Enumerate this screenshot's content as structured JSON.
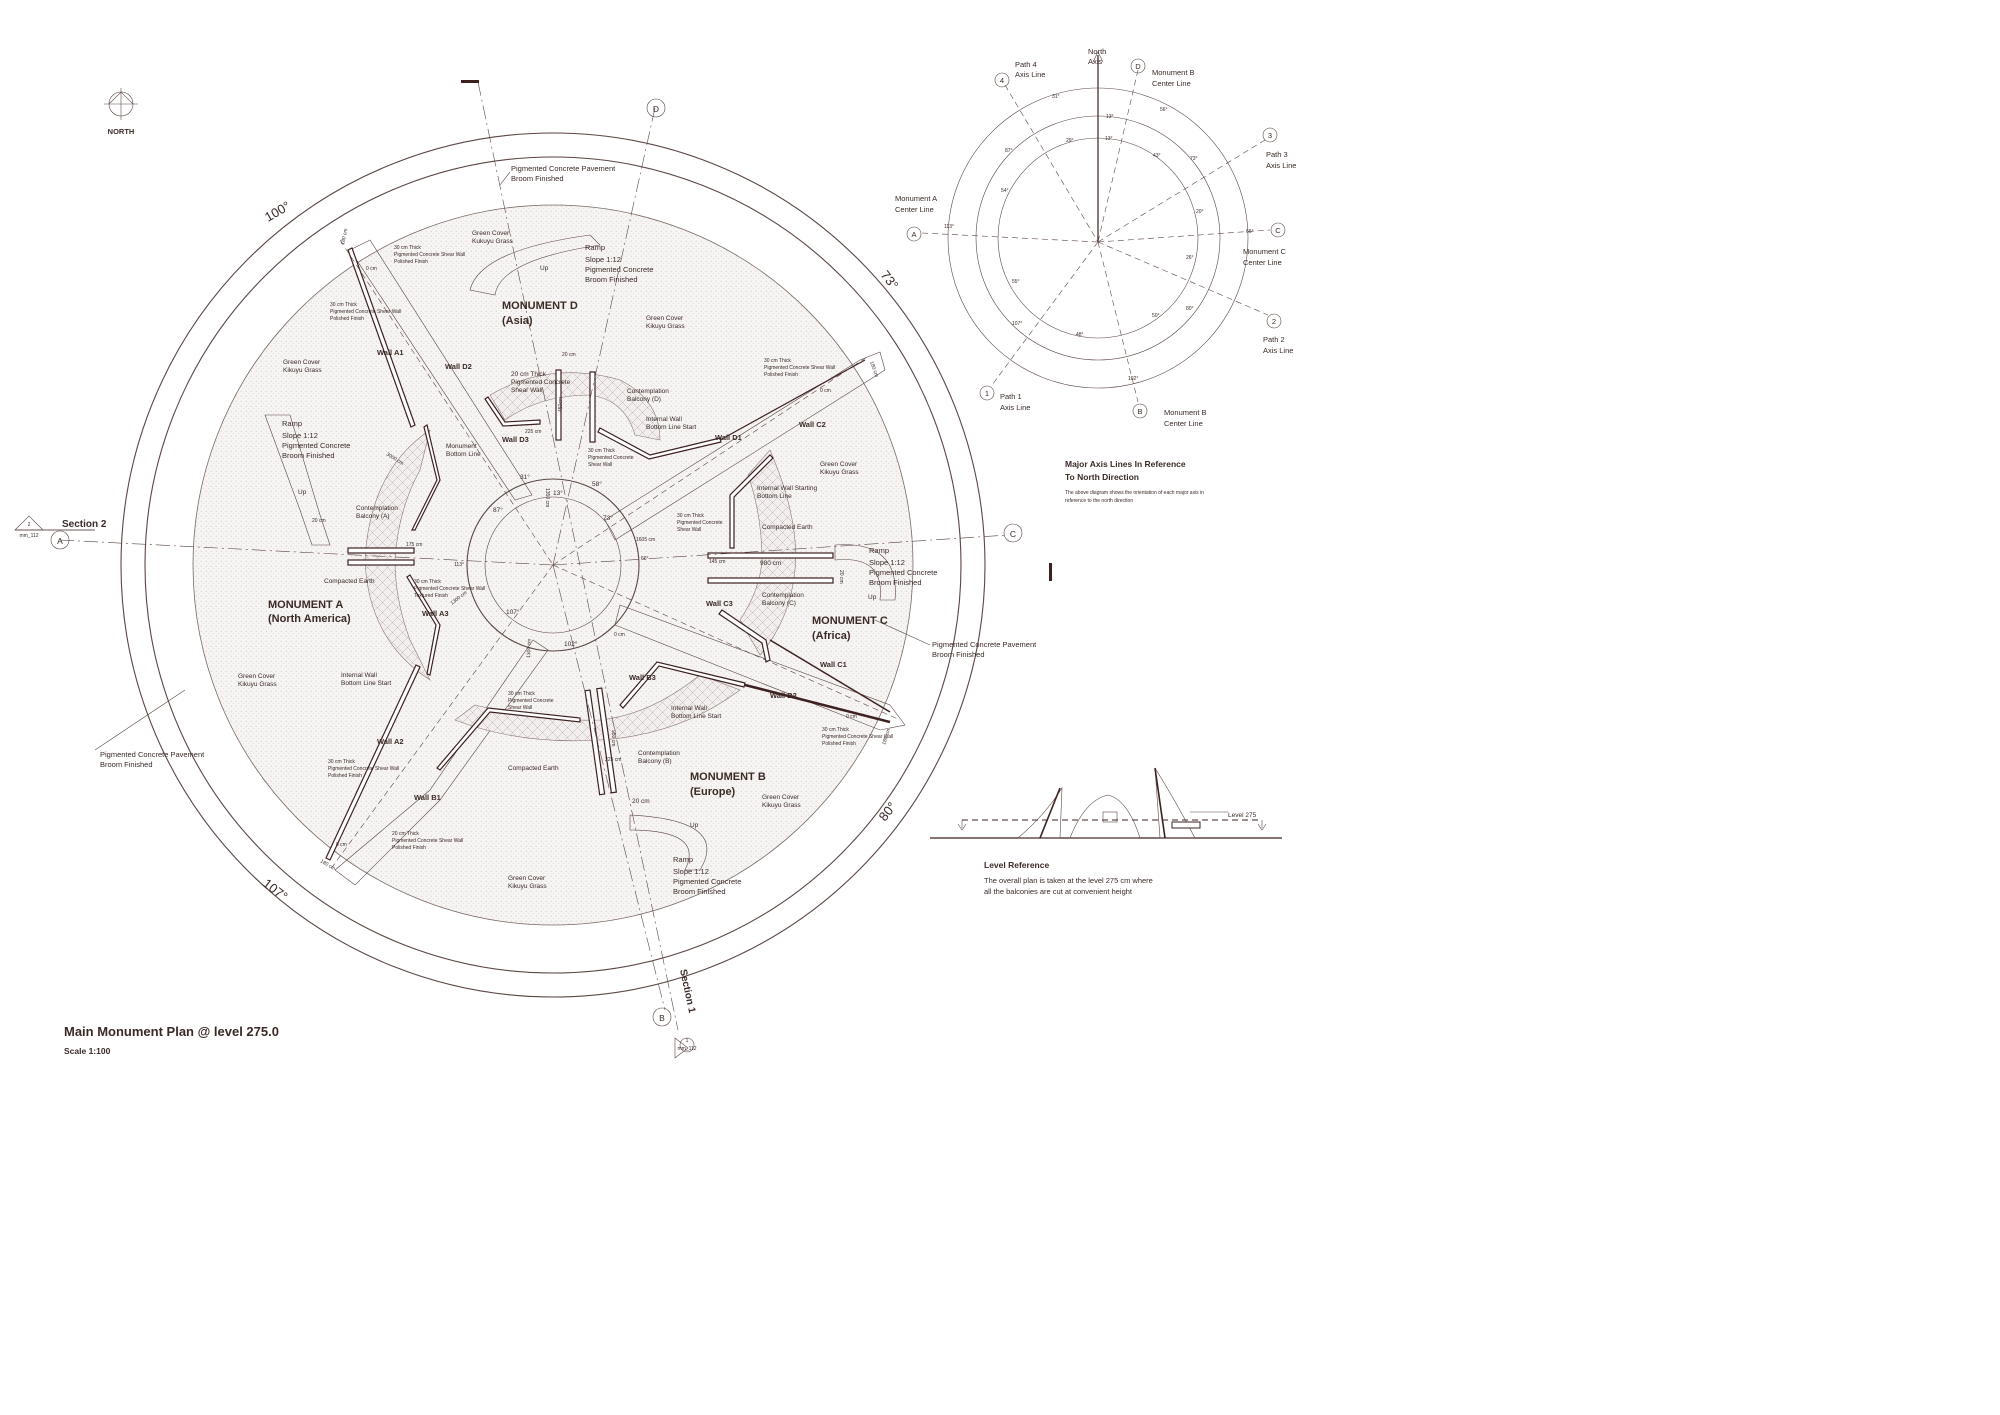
{
  "north_marker": {
    "label": "NORTH"
  },
  "title": {
    "main": "Main Monument Plan @ level 275.0",
    "scale": "Scale 1:100"
  },
  "sections": {
    "section2": "Section 2",
    "section2_tag_num": "2",
    "section2_tag_ref": "mm_112",
    "section1": "Section 1",
    "section1_tag_num": "1",
    "section1_tag_ref": "mm_112"
  },
  "axis_markers": {
    "A": "A",
    "B": "B",
    "C": "C",
    "D": "D"
  },
  "ring_angles": {
    "a100": "100°",
    "a73": "73°",
    "a80": "80°",
    "a107": "107°"
  },
  "monuments": {
    "A": {
      "name": "MONUMENT A",
      "region": "(North America)"
    },
    "B": {
      "name": "MONUMENT B",
      "region": "(Europe)"
    },
    "C": {
      "name": "MONUMENT C",
      "region": "(Africa)"
    },
    "D": {
      "name": "MONUMENT D",
      "region": "(Asia)"
    }
  },
  "walls": {
    "A1": "Wall A1",
    "A2": "Wall A2",
    "A3": "Wall A3",
    "B1": "Wall B1",
    "B2": "Wall B2",
    "B3": "Wall B3",
    "C1": "Wall C1",
    "C2": "Wall C2",
    "C3": "Wall C3",
    "D1": "Wall D1",
    "D2": "Wall D2",
    "D3": "Wall D3"
  },
  "materials": {
    "pav": [
      "Pigmented Concrete Pavement",
      "Broom Finished"
    ],
    "grass": [
      "Green Cover",
      "Kikuyu Grass"
    ],
    "grass_top": [
      "Green Cover",
      "Kukuyu Grass"
    ],
    "ramp": [
      "Ramp",
      "Slope  1:12",
      "Pigmented Concrete",
      "Broom Finished"
    ],
    "wall30": [
      "30 cm Thick",
      "Pigmented Concrete Shear Wall",
      "Polished Finish"
    ],
    "wall30_tex": [
      "30 cm Thick",
      "Pigmented Concrete Shear Wall",
      "Textured Finish"
    ],
    "wall30_short": [
      "30 cm Thick",
      "Pigmented Concrete",
      "Shear Wall"
    ],
    "wall20_d": [
      "20 cm Thick",
      "Pigmented Concrete",
      "Shear Wall"
    ],
    "wall20_b1": [
      "20 cm Thick",
      "Pigmented Concrete Shear Wall",
      "Polished Finish"
    ],
    "balA": [
      "Contemplation",
      "Balcony (A)"
    ],
    "balB": [
      "Contemplation",
      "Balcony (B)"
    ],
    "balC": [
      "Contemplation",
      "Balcony (C)"
    ],
    "balD": [
      "Contemplation",
      "Balcony (D)"
    ],
    "earth": "Compacted Earth",
    "iw_start": [
      "Internal Wall",
      "Bottom Line Start"
    ],
    "iw_starting": [
      "Internal Wall Starting",
      "Bottom Line"
    ],
    "mon_bottom": [
      "Monument",
      "Bottom Line"
    ],
    "up": "Up"
  },
  "dims": {
    "d180_a": "180 cm",
    "d180_b": "180 cm",
    "d180_c": "180 cm",
    "d180_d": "180 cm",
    "d0_a": "0 cm",
    "d0_b": "0 cm",
    "d0_c": "0 cm",
    "d0_d": "0 cm",
    "d0_e": "0 cm",
    "d3000": "3000 cm",
    "d1300": "1300 cm",
    "d1300b": "1300 cm",
    "d1350": "1350 cm",
    "d1605": "1605 cm",
    "d980": "980 cm",
    "d145": "145 cm",
    "d175": "175 cm",
    "d225a": "225 cm",
    "d225b": "225 cm",
    "d450": "450cm",
    "d950": "950 cm",
    "d20a": "20 cm",
    "d20b": "20 cm",
    "d20c": "20 cm",
    "d20d": "20 cm",
    "a31": "31°",
    "a13": "13°",
    "a58": "58°",
    "a73": "73°",
    "a87": "87°",
    "a113": "113°",
    "a107": "107°",
    "a102": "102°",
    "a66": "66°"
  },
  "orientation": {
    "north_axis": [
      "North",
      "Axis"
    ],
    "path4": [
      "Path 4",
      "Axis Line"
    ],
    "mon_b_center": [
      "Monument B",
      "Center Line"
    ],
    "path3": [
      "Path 3",
      "Axis Line"
    ],
    "mon_a_center": [
      "Monument A",
      "Center Line"
    ],
    "mon_c_center": [
      "Monument C",
      "Center Line"
    ],
    "path2": [
      "Path 2",
      "Axis Line"
    ],
    "path1": [
      "Path 1",
      "Axis Line"
    ],
    "mon_b_center_bottom": [
      "Monument B",
      "Center Line"
    ],
    "nums": {
      "n1": "1",
      "n2": "2",
      "n3": "3",
      "n4": "4"
    },
    "letters": {
      "A": "A",
      "B": "B",
      "C": "C",
      "D": "D"
    },
    "angles": {
      "o31": "31°",
      "o56": "56°",
      "o13a": "13°",
      "o13b": "13°",
      "o29": "29°",
      "o87": "87°",
      "o43": "43°",
      "o73": "73°",
      "o54": "54°",
      "o20": "20°",
      "o113": "113°",
      "o66": "66°",
      "o26": "26°",
      "o55": "55°",
      "o50": "50°",
      "o80": "80°",
      "o107": "107°",
      "o48": "48°",
      "o102": "102°"
    }
  },
  "major_axis": {
    "title": [
      "Major Axis Lines In Reference",
      "To North Direction"
    ],
    "desc": [
      "The above diagram shows the orientation of each major axis in",
      "reference to the north direction"
    ]
  },
  "level": {
    "tag": "Level 275",
    "title": "Level Reference",
    "desc": [
      "The overall plan is taken at the level 275 cm where",
      "all the balconies are cut at convenient height"
    ]
  }
}
